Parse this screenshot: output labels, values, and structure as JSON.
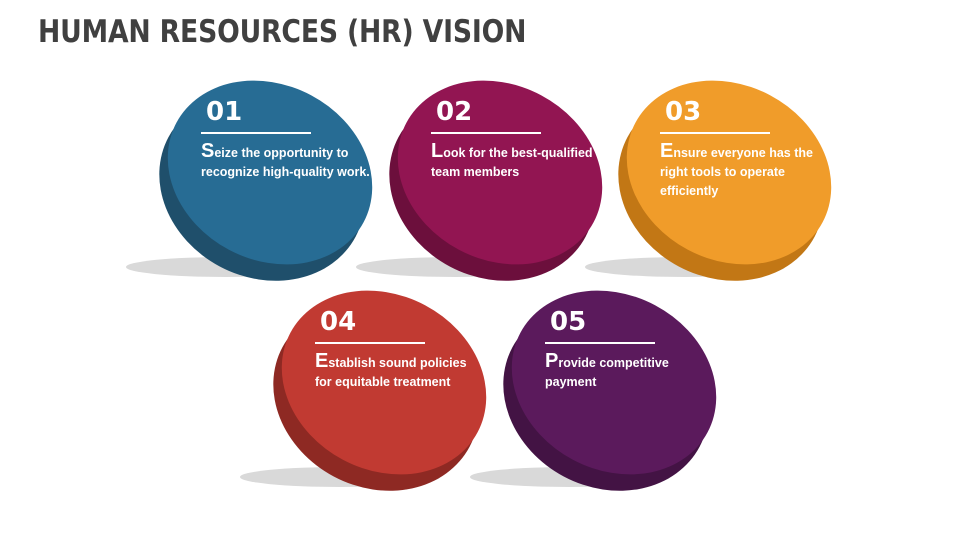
{
  "title": "HUMAN RESOURCES (HR) VISION",
  "items": [
    {
      "number": "01",
      "initial": "S",
      "text": "eize the opportunity to recognize high-quality work.",
      "face_color": "#276C94",
      "edge_color": "#1F4F6B"
    },
    {
      "number": "02",
      "initial": "L",
      "text": "ook for the best-qualified team members",
      "face_color": "#921552",
      "edge_color": "#6C0F3C"
    },
    {
      "number": "03",
      "initial": "E",
      "text": "nsure everyone has the right tools to operate efficiently",
      "face_color": "#F09C2A",
      "edge_color": "#C27715"
    },
    {
      "number": "04",
      "initial": "E",
      "text": "stablish sound policies for equitable treatment",
      "face_color": "#C13A32",
      "edge_color": "#8E2923"
    },
    {
      "number": "05",
      "initial": "P",
      "text": "rovide competitive payment",
      "face_color": "#5B1A5C",
      "edge_color": "#431344"
    }
  ]
}
